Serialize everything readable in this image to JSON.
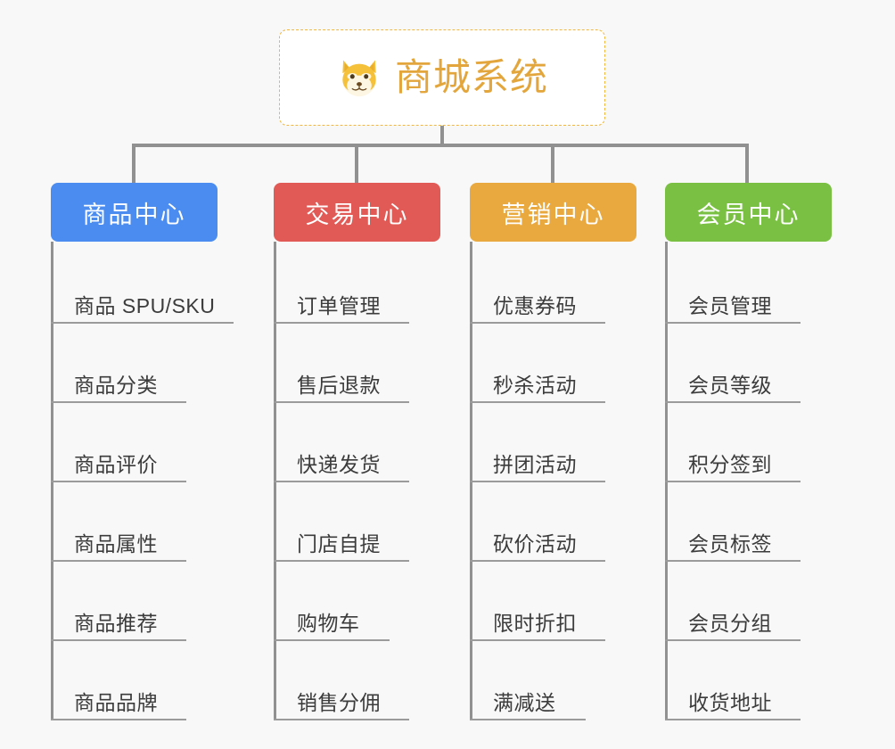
{
  "background_color": "#f8f8f8",
  "line_color": "#919191",
  "root": {
    "icon": "shiba-dog-face-icon",
    "title": "商城系统",
    "title_color": "#e3a63d",
    "border_color": "#f0b740",
    "background_color": "#ffffff"
  },
  "columns": [
    {
      "header": "商品中心",
      "color": "#4a8cf0",
      "items": [
        "商品 SPU/SKU",
        "商品分类",
        "商品评价",
        "商品属性",
        "商品推荐",
        "商品品牌"
      ]
    },
    {
      "header": "交易中心",
      "color": "#e25a56",
      "items": [
        "订单管理",
        "售后退款",
        "快递发货",
        "门店自提",
        "购物车",
        "销售分佣"
      ]
    },
    {
      "header": "营销中心",
      "color": "#eaa93e",
      "items": [
        "优惠券码",
        "秒杀活动",
        "拼团活动",
        "砍价活动",
        "限时折扣",
        "满减送"
      ]
    },
    {
      "header": "会员中心",
      "color": "#7ac143",
      "items": [
        "会员管理",
        "会员等级",
        "积分签到",
        "会员标签",
        "会员分组",
        "收货地址"
      ]
    }
  ]
}
